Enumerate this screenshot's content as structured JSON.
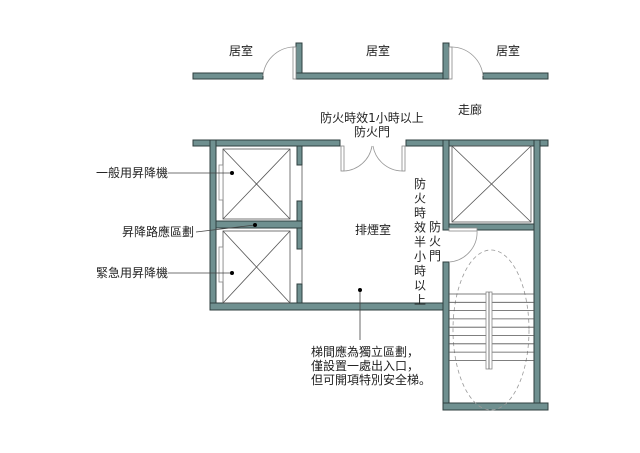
{
  "rooms": {
    "room_left": "居室",
    "room_center": "居室",
    "room_right": "居室",
    "corridor": "走廊",
    "smoke_room": "排煙室"
  },
  "fire_door_main": {
    "line1": "防火時效1小時以上",
    "line2": "防火門"
  },
  "fire_door_stair": {
    "col1": [
      "防",
      "火",
      "時",
      "效",
      "半",
      "小",
      "時",
      "以",
      "上"
    ],
    "col2": [
      "防",
      "火",
      "門"
    ]
  },
  "callouts": {
    "general_elevator": "一般用昇降機",
    "shaft_partition": "昇降路應區劃",
    "emergency_elevator": "緊急用昇降機"
  },
  "note": {
    "line1": "梯間應為獨立區劃，",
    "line2": "僅設置一處出入口，",
    "line3": "但可開項特別安全梯。"
  }
}
